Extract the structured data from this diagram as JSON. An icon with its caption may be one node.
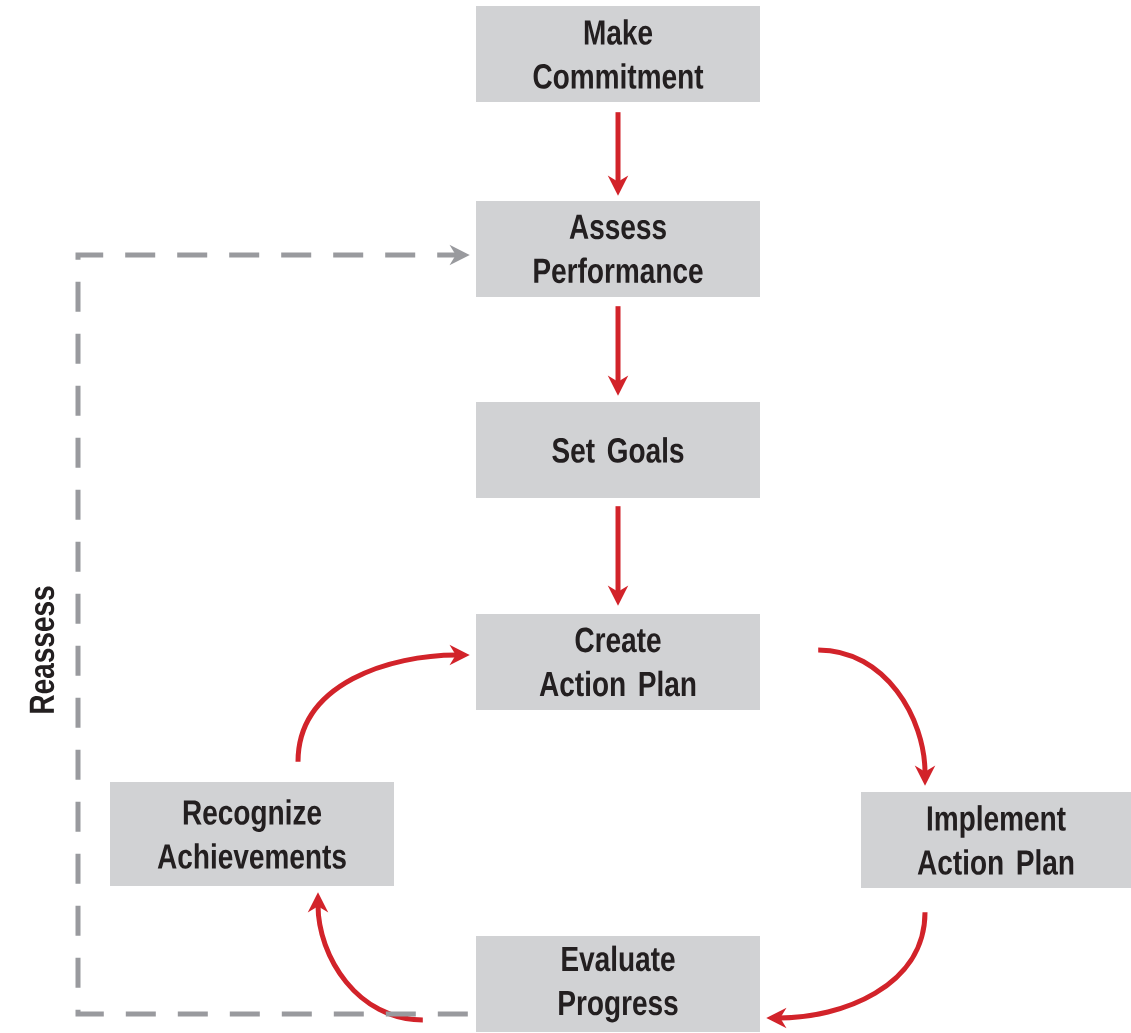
{
  "diagram": {
    "nodes": [
      {
        "text": [
          "Make Commitment"
        ]
      },
      {
        "text": [
          "Assess Performance"
        ]
      },
      {
        "text": [
          "Set Goals"
        ]
      },
      {
        "text": [
          "Create Action Plan"
        ]
      },
      {
        "text": [
          "Implement Action Plan"
        ]
      },
      {
        "text": [
          "Evaluate Progress"
        ]
      },
      {
        "text": [
          "Recognize Achievements"
        ]
      }
    ],
    "edges": [
      {
        "from": 0,
        "to": 1,
        "arrow": "to"
      },
      {
        "from": 1,
        "to": 2,
        "arrow": "to"
      },
      {
        "from": 2,
        "to": 3,
        "arrow": "to"
      },
      {
        "from": 3,
        "to": 4,
        "arrow": "to"
      },
      {
        "from": 4,
        "to": 5,
        "arrow": "to"
      },
      {
        "from": 5,
        "to": 6,
        "arrow": "to"
      },
      {
        "from": 6,
        "to": 3,
        "arrow": "to"
      },
      {
        "from": 5,
        "to": 1,
        "arrow": "to",
        "label": "Reassess",
        "style": "dashed",
        "color": "#999a9e"
      }
    ]
  }
}
